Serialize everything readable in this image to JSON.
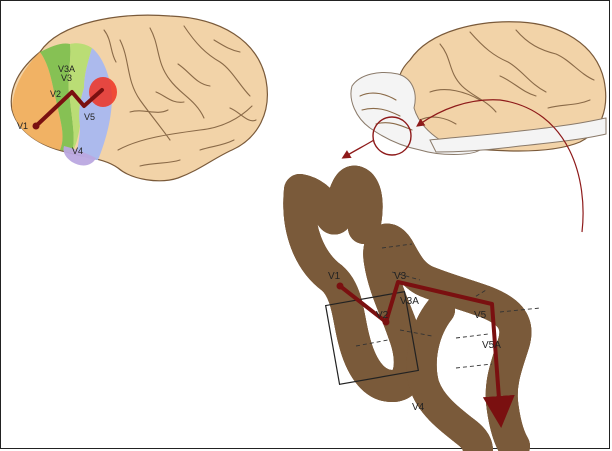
{
  "labels": {
    "brain_left": {
      "v1": "V1",
      "v2": "V2",
      "v3": "V3",
      "v3a": "V3A",
      "v4": "V4",
      "v5": "V5"
    },
    "section": {
      "v1": "V1",
      "v2": "V2",
      "v3": "V3",
      "v3a": "V3A",
      "v4": "V4",
      "v5": "V5",
      "v5a": "V5A"
    }
  },
  "colors": {
    "brain_tissue": "#f2d3a8",
    "brain_outline": "#7a5a3a",
    "brain_sulcus": "#8a6a48",
    "cortex_band": "#efcfa3",
    "dotted_border": "#8b7560",
    "pathway": "#7a1010",
    "pointer_line": "#8e1a1a",
    "v1_region": "#f0b060",
    "v2_region": "#7fc04f",
    "v3_region": "#b6dd72",
    "v4_region": "#bba8e0",
    "v5_region": "#a8b8f0",
    "hotspot": "#ee3322",
    "cerebellum_region": "#f4f4f4"
  },
  "icons": {
    "pathway_endpoint": "arrowhead-icon",
    "pathway_node": "dot-icon"
  }
}
